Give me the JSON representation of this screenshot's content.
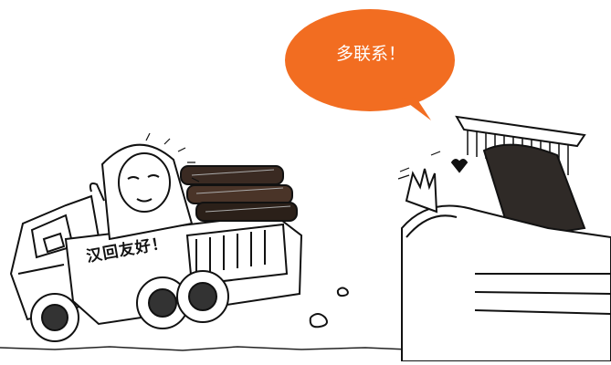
{
  "speech_bubble": {
    "text": "多联系！",
    "color": "#F26D21"
  },
  "truck": {
    "banner_text": "汉回友好！"
  },
  "icons": [
    "speech-bubble",
    "truck-illustration",
    "emperor-illustration",
    "princess-illustration"
  ]
}
